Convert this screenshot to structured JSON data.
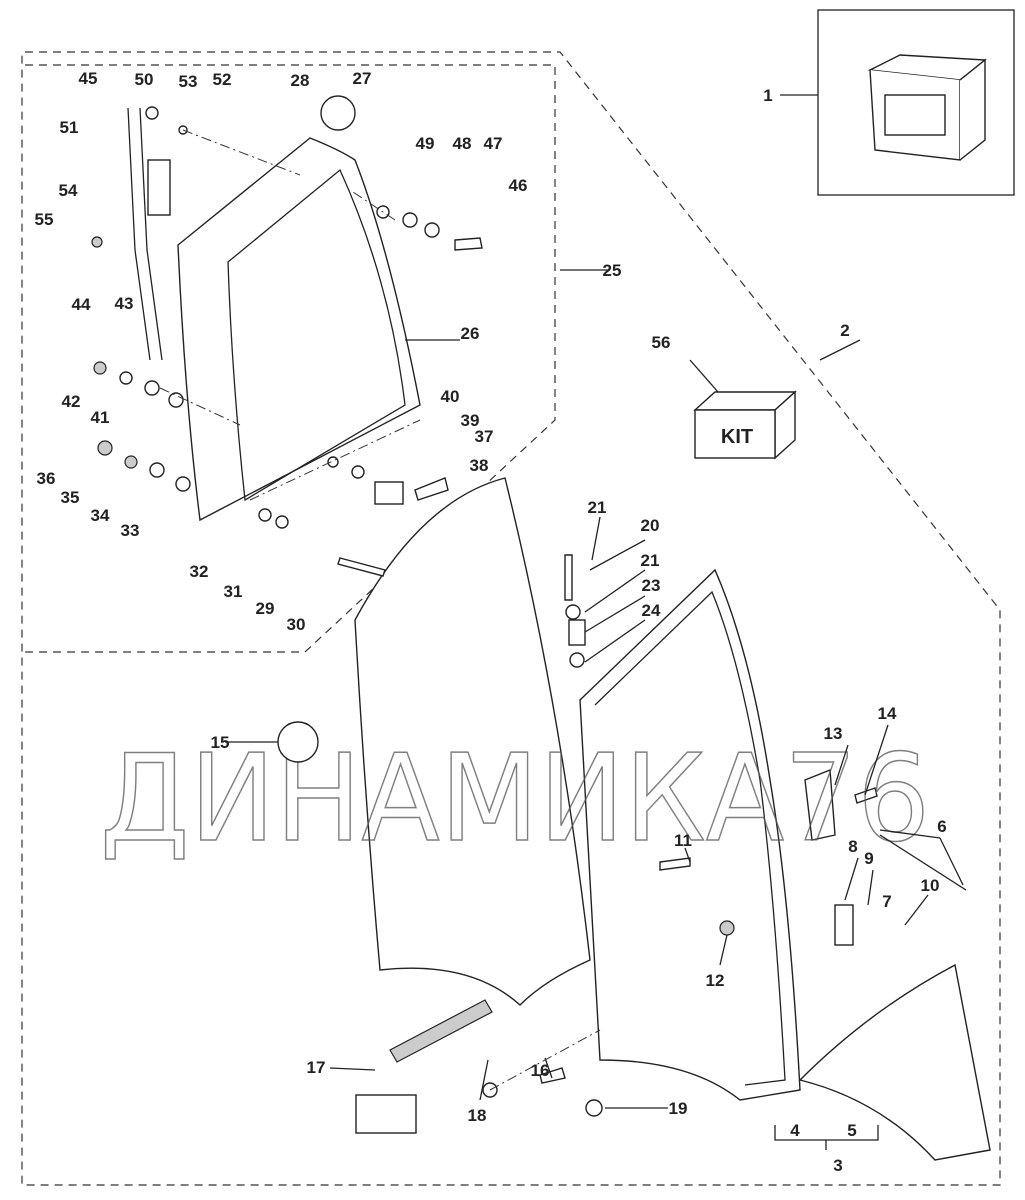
{
  "watermark": "ДИНАМИКА76",
  "kit_label": "KIT",
  "callouts": [
    "1",
    "2",
    "3",
    "4",
    "5",
    "6",
    "7",
    "8",
    "9",
    "10",
    "11",
    "12",
    "13",
    "14",
    "15",
    "16",
    "17",
    "18",
    "19",
    "20",
    "21",
    "21",
    "23",
    "24",
    "25",
    "26",
    "27",
    "28",
    "29",
    "30",
    "31",
    "32",
    "33",
    "34",
    "35",
    "36",
    "37",
    "38",
    "39",
    "40",
    "41",
    "42",
    "43",
    "44",
    "45",
    "46",
    "47",
    "48",
    "49",
    "50",
    "51",
    "52",
    "53",
    "54",
    "55",
    "56"
  ]
}
